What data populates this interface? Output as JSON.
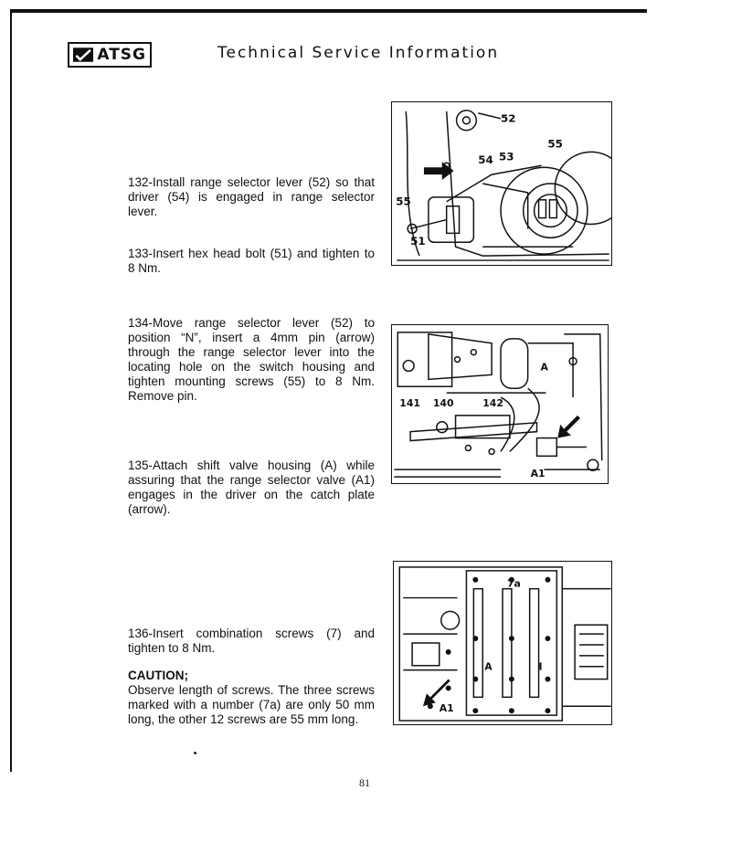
{
  "header": {
    "logo_text": "ATSG",
    "title": "Technical Service Information"
  },
  "steps": {
    "s132": "132-Install range selector lever (52) so that driver (54) is engaged in range selector lever.",
    "s133": "133-Insert hex head bolt (51) and tighten to 8 Nm.",
    "s134": "134-Move range selector lever (52) to position “N”, insert a 4mm pin (arrow) through the range selector lever into the locating hole on the switch housing and tighten mounting screws (55) to 8 Nm. Remove pin.",
    "s135": "135-Attach shift valve housing (A) while assuring that the range selector valve (A1) engages in the driver on the catch plate (arrow).",
    "s136": "136-Insert combination screws (7) and tighten to 8 Nm.",
    "caution_title": "CAUTION;",
    "caution_text": "Observe length of screws. The three screws marked with a number (7a) are only 50 mm long, the other 12 screws are 55 mm long."
  },
  "figures": {
    "fig1": {
      "labels": [
        "52",
        "55",
        "54",
        "53",
        "55",
        "51"
      ]
    },
    "fig2": {
      "labels": [
        "A",
        "141",
        "140",
        "142",
        "A1"
      ]
    },
    "fig3": {
      "labels": [
        "7a",
        "A",
        "I",
        "A1"
      ]
    }
  },
  "footer": {
    "page_number": "81"
  }
}
